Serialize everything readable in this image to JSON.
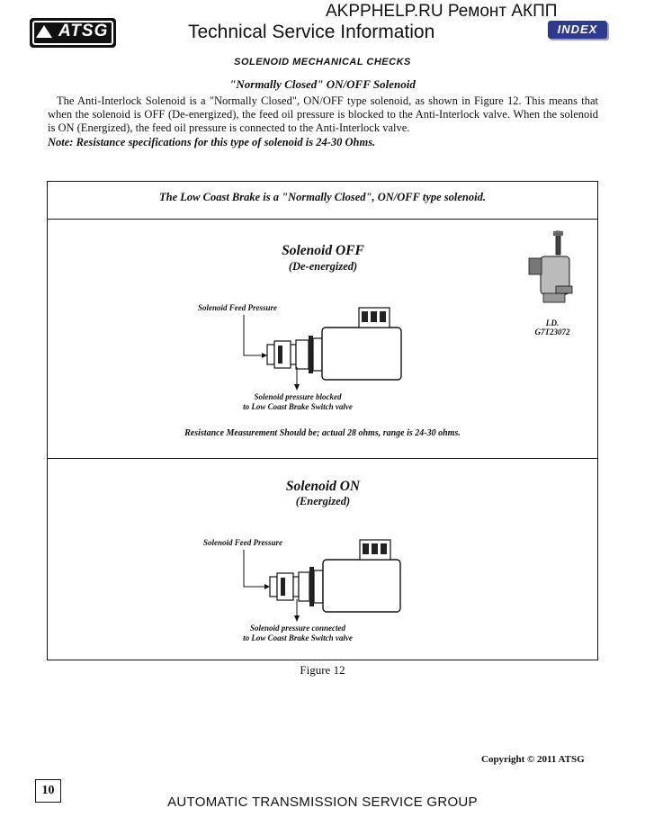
{
  "header": {
    "logo_text": "ATSG",
    "site": "AKPPHELP.RU Ремонт АКПП",
    "title": "Technical Service Information",
    "index_button": "INDEX"
  },
  "section_title": "SOLENOID MECHANICAL CHECKS",
  "subheading": "\"Normally Closed\" ON/OFF Solenoid",
  "paragraph": "The Anti-Interlock Solenoid is a \"Normally Closed\", ON/OFF type solenoid, as shown in Figure 12.  This means that when the solenoid is OFF (De-energized), the feed oil pressure is blocked to the Anti-Interlock valve. When the solenoid is ON (Energized), the feed oil pressure is connected to the Anti-Interlock valve.",
  "note": "Note:  Resistance specifications for this type of solenoid is 24-30 Ohms.",
  "figure": {
    "box_title": "The Low Coast Brake is a \"Normally Closed\", ON/OFF type solenoid.",
    "off": {
      "title": "Solenoid OFF",
      "subtitle": "(De-energized)",
      "feed_label": "Solenoid Feed Pressure",
      "result_line1": "Solenoid pressure blocked",
      "result_line2": "to Low Coast Brake Switch valve",
      "resistance": "Resistance Measurement Should be;  actual 28 ohms, range is 24-30 ohms."
    },
    "id": {
      "line1": "I.D.",
      "line2": "G7T23072"
    },
    "on": {
      "title": "Solenoid ON",
      "subtitle": "(Energized)",
      "feed_label": "Solenoid Feed Pressure",
      "result_line1": "Solenoid pressure connected",
      "result_line2": "to Low Coast Brake Switch valve"
    },
    "caption": "Figure 12"
  },
  "copyright": "Copyright © 2011 ATSG",
  "page_number": "10",
  "footer": "AUTOMATIC TRANSMISSION SERVICE GROUP"
}
